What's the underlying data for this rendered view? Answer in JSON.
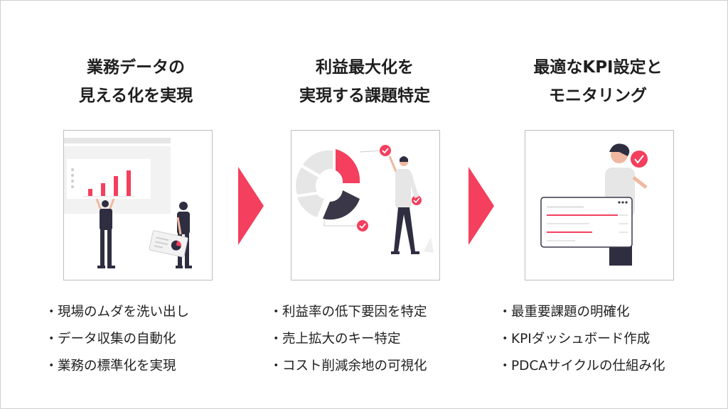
{
  "accent_color": "#f43f5e",
  "columns": [
    {
      "title_line1": "業務データの",
      "title_line2": "見える化を実現",
      "illustration": "dashboard-presentation-illustration",
      "bullets": [
        "現場のムダを洗い出し",
        "データ収集の自動化",
        "業務の標準化を実現"
      ]
    },
    {
      "title_line1": "利益最大化を",
      "title_line2": "実現する課題特定",
      "illustration": "pie-chart-analysis-illustration",
      "bullets": [
        "利益率の低下要因を特定",
        "売上拡大のキー特定",
        "コスト削減余地の可視化"
      ]
    },
    {
      "title_line1": "最適なKPI設定と",
      "title_line2": "モニタリング",
      "illustration": "kpi-monitoring-illustration",
      "bullets": [
        "最重要課題の明確化",
        "KPIダッシュボード作成",
        "PDCAサイクルの仕組み化"
      ]
    }
  ],
  "bullet_marker": "・",
  "arrow_icon": "triangle-right-icon"
}
